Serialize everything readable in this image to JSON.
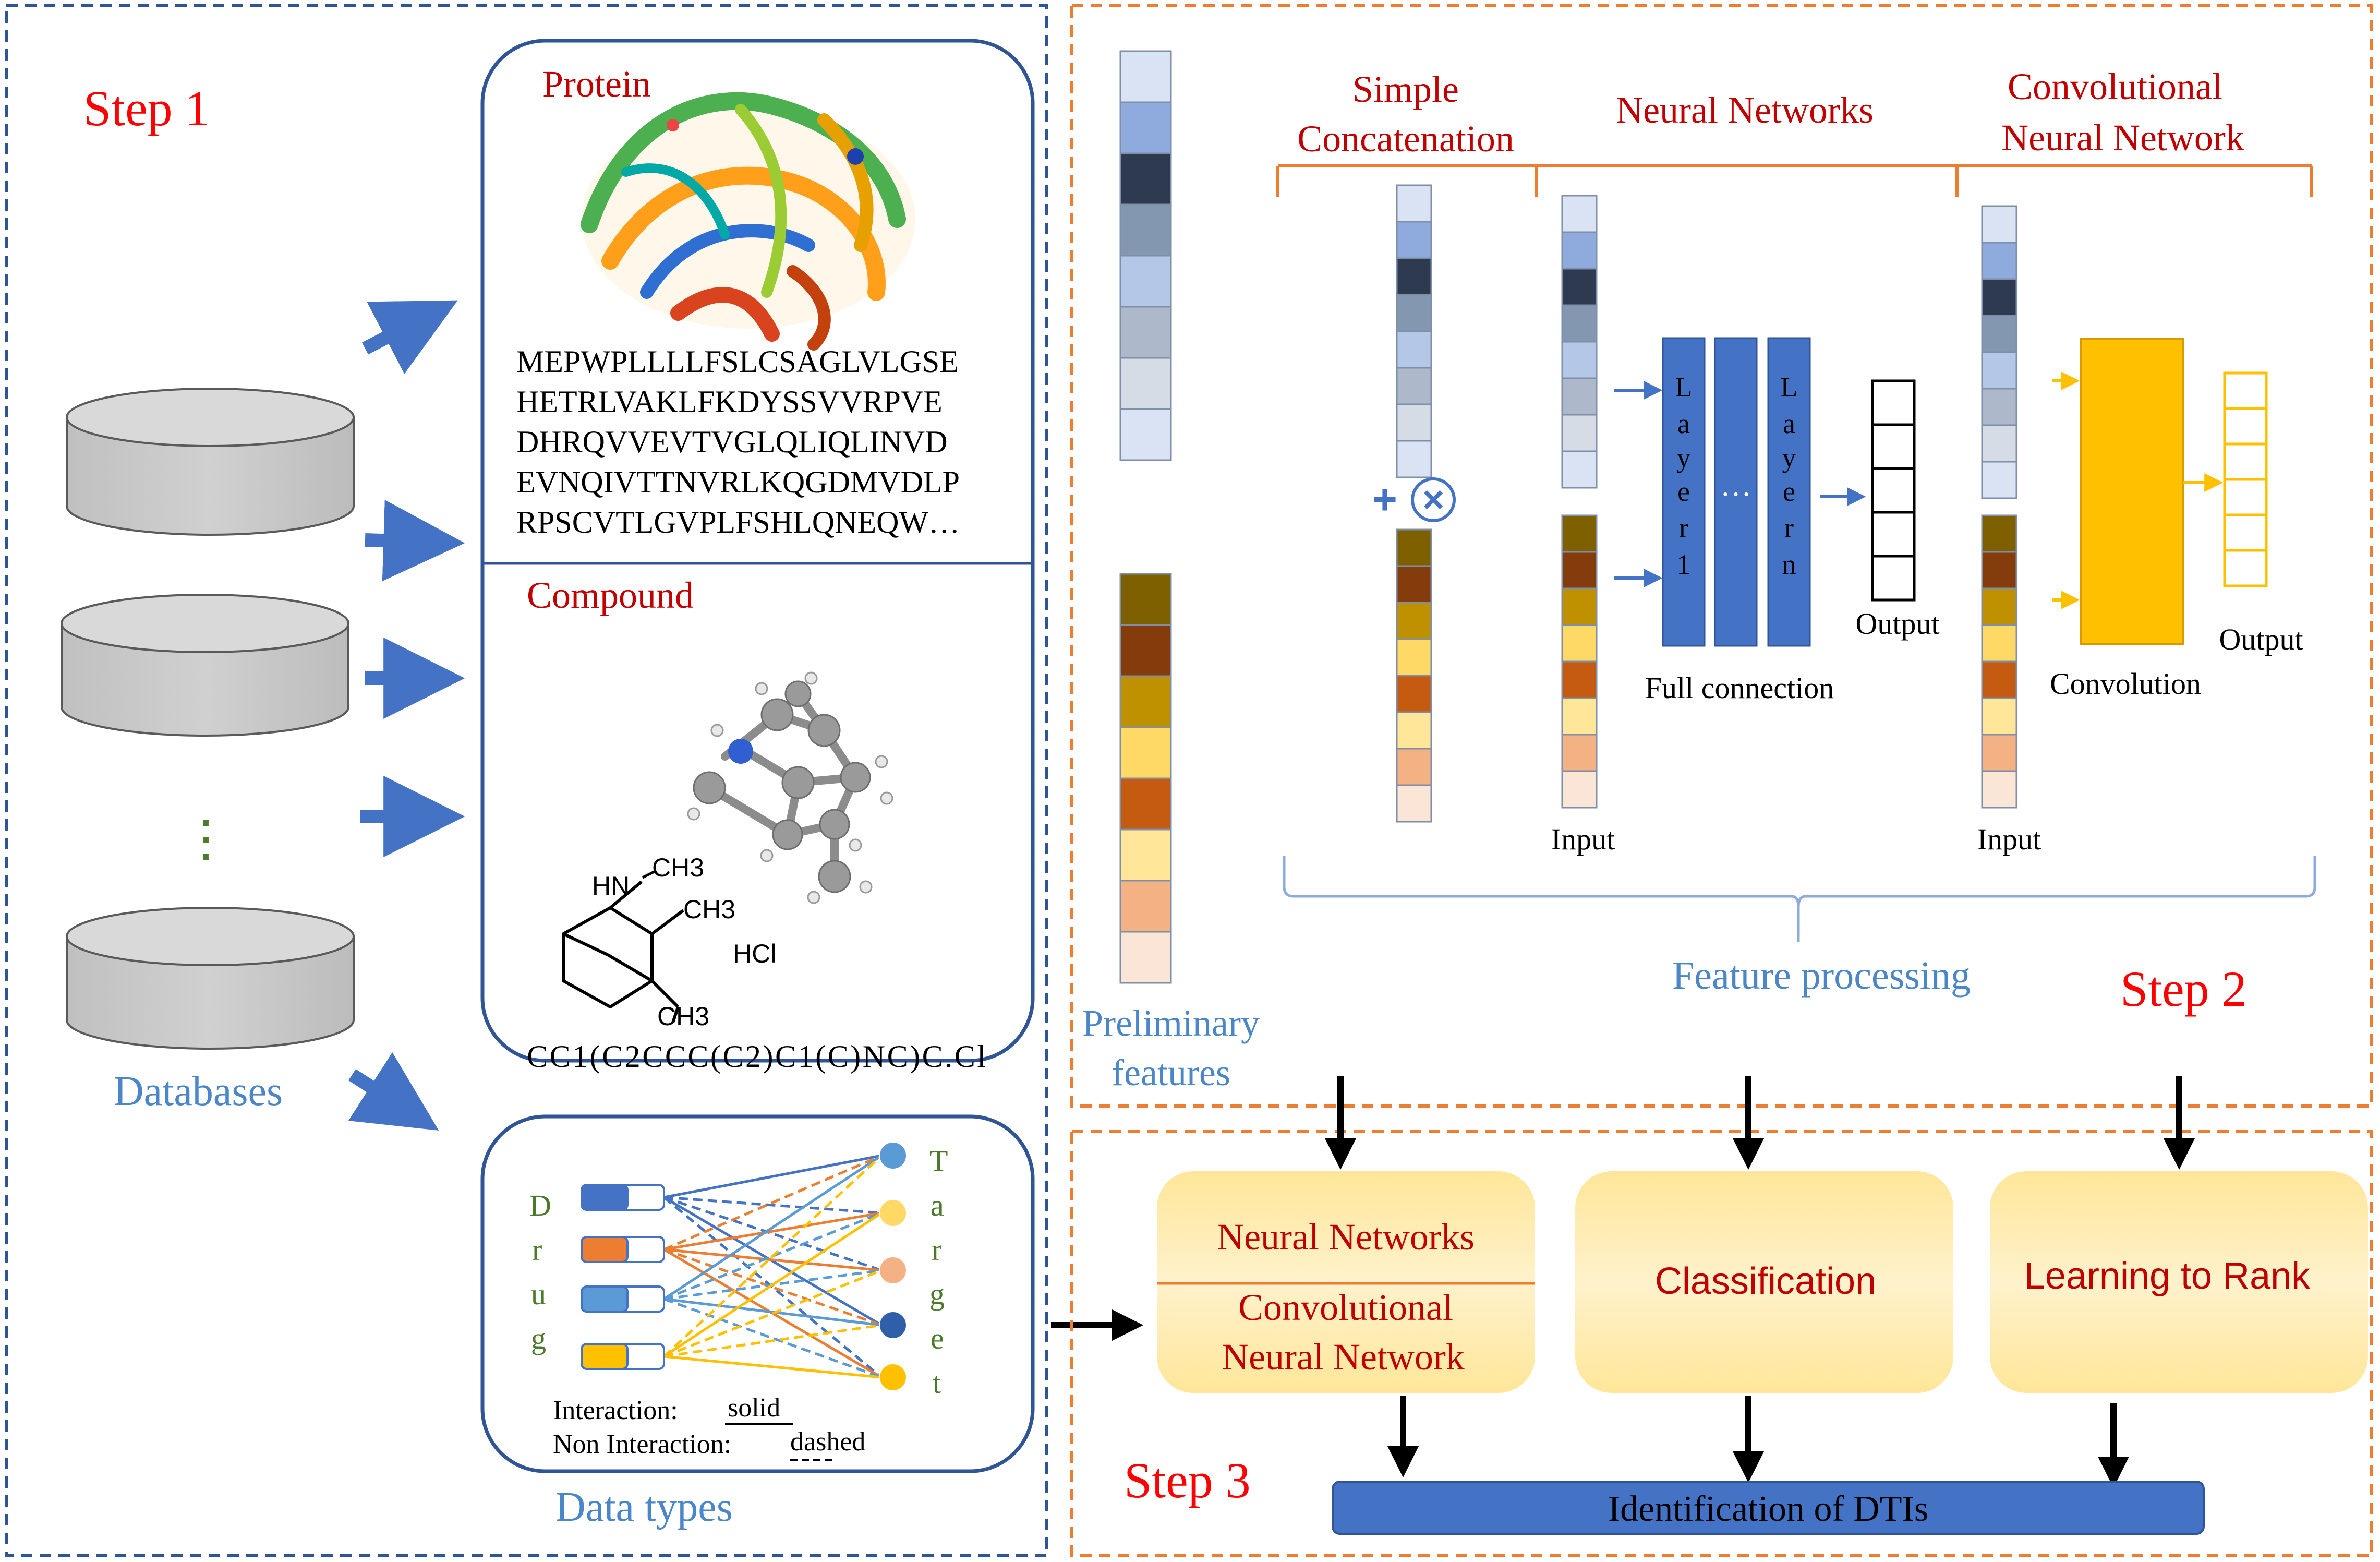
{
  "colors": {
    "step_label": "#ff0000",
    "section_title": "#c00000",
    "blue_text": "#4a86c8",
    "green_text": "#4a7a2a",
    "arrow_blue": "#4472c4",
    "box_border": "#2f5597",
    "left_dash": "#2f5597",
    "right_dash": "#ed7d31",
    "orange_bracket": "#ed7d31",
    "layer_fill": "#4472c4",
    "conv_fill": "#ffc000",
    "dti_bar": "#4472c4",
    "db_fill": "#c8c8c8"
  },
  "step1": {
    "label": "Step 1",
    "databases_label": "Databases",
    "dots": "⋮",
    "protein": {
      "title": "Protein",
      "sequence": [
        "MEPWPLLLLFSLCSAGLVLGSE",
        "HETRLVAKLFKDYSSVVRPVE",
        "DHRQVVEVTVGLQLIQLINVD",
        "EVNQIVTTNVRLKQGDMVDLP",
        "RPSCVTLGVPLFSHLQNEQW…"
      ]
    },
    "compound": {
      "title": "Compound",
      "structure_labels": [
        "HN",
        "CH3",
        "CH3",
        "CH3",
        "HCl"
      ],
      "smiles": "CC1(C2CCC(C2)C1(C)NC)C.Cl"
    },
    "interaction": {
      "drug_letters": [
        "D",
        "r",
        "u",
        "g"
      ],
      "target_letters": [
        "T",
        "a",
        "r",
        "g",
        "e",
        "t"
      ],
      "legend_interaction": "Interaction:",
      "legend_interaction_value": "solid",
      "legend_noninteraction": "Non Interaction:",
      "legend_noninteraction_value": "dashed",
      "drug_colors": [
        "#4472c4",
        "#ed7d31",
        "#5b9bd5",
        "#ffc000"
      ],
      "target_colors": [
        "#5b9bd5",
        "#ffd966",
        "#f4b183",
        "#2e5fa8",
        "#ffc000"
      ]
    },
    "data_types_label": "Data types"
  },
  "step2": {
    "label": "Step 2",
    "preliminary_label_1": "Preliminary",
    "preliminary_label_2": "features",
    "simple_concat_1": "Simple",
    "simple_concat_2": "Concatenation",
    "neural_networks": "Neural Networks",
    "cnn_1": "Convolutional",
    "cnn_2": "Neural Network",
    "plus": "+",
    "times": "×",
    "layer_1_letters": [
      "L",
      "a",
      "y",
      "e",
      "r",
      "1"
    ],
    "layer_n_letters": [
      "L",
      "a",
      "y",
      "e",
      "r",
      "n"
    ],
    "layer_dots": "…",
    "full_connection": "Full  connection",
    "output_nn": "Output",
    "input_nn": "Input",
    "convolution": "Convolution",
    "output_cnn": "Output",
    "input_cnn": "Input",
    "feature_processing": "Feature processing",
    "blue_column": [
      "#dae3f3",
      "#8faadc",
      "#2d3a4f",
      "#8497b0",
      "#b4c7e7",
      "#adb9ca",
      "#d6dce5",
      "#dae3f3"
    ],
    "orange_column": [
      "#7f6000",
      "#843c0c",
      "#bf9000",
      "#ffd966",
      "#c55a11",
      "#ffe699",
      "#f4b183",
      "#fbe5d6"
    ]
  },
  "step3": {
    "label": "Step 3",
    "box1_top": "Neural Networks",
    "box1_bottom_1": "Convolutional",
    "box1_bottom_2": "Neural Network",
    "box2": "Classification",
    "box3": "Learning  to Rank",
    "result": "Identification  of DTIs"
  }
}
